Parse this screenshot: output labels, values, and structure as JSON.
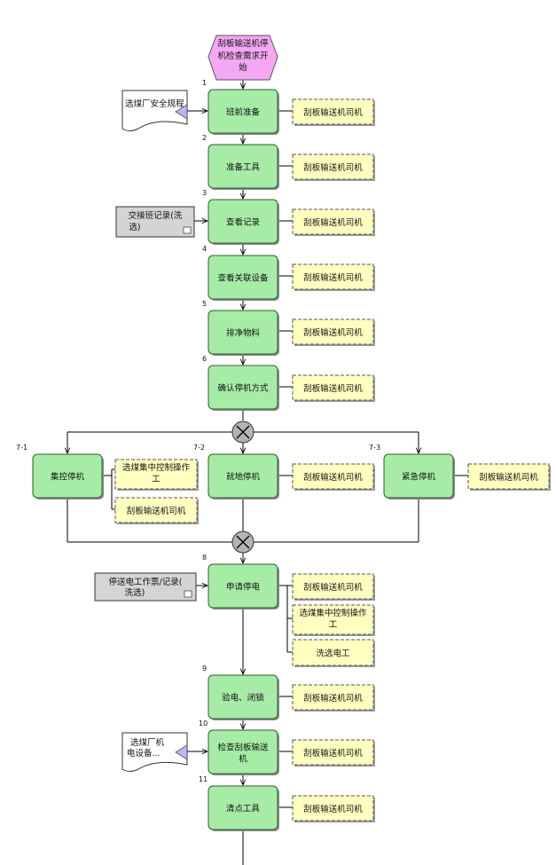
{
  "start_event": {
    "line1": "刮板输送机停",
    "line2": "机检查需求开",
    "line3": "始"
  },
  "documents": {
    "safety_rules": "选煤厂安全规程",
    "handover_log": {
      "line1": "交接班记录(洗",
      "line2": "选)"
    },
    "power_ticket": {
      "line1": "停送电工作票/记录(",
      "line2": "洗选)"
    },
    "equipment_doc": {
      "line1": "选煤厂机",
      "line2": "电设备..."
    }
  },
  "steps": [
    {
      "num": "1",
      "label": "班前准备",
      "roles": [
        "刮板输送机司机"
      ]
    },
    {
      "num": "2",
      "label": "准备工具",
      "roles": [
        "刮板输送机司机"
      ]
    },
    {
      "num": "3",
      "label": "查看记录",
      "roles": [
        "刮板输送机司机"
      ]
    },
    {
      "num": "4",
      "label": "查看关联设备",
      "roles": [
        "刮板输送机司机"
      ]
    },
    {
      "num": "5",
      "label": "排净物料",
      "roles": [
        "刮板输送机司机"
      ]
    },
    {
      "num": "6",
      "label": "确认停机方式",
      "roles": [
        "刮板输送机司机"
      ]
    },
    {
      "num": "7-1",
      "label": "集控停机",
      "roles": [
        "选煤集中控制操作",
        "工",
        "刮板输送机司机"
      ]
    },
    {
      "num": "7-2",
      "label": "就地停机",
      "roles": [
        "刮板输送机司机"
      ]
    },
    {
      "num": "7-3",
      "label": "紧急停机",
      "roles": [
        "刮板输送机司机"
      ]
    },
    {
      "num": "8",
      "label": "申请停电",
      "roles": [
        "刮板输送机司机",
        "选煤集中控制操作",
        "工",
        "洗选电工"
      ]
    },
    {
      "num": "9",
      "label": "验电、闭锁",
      "roles": [
        "刮板输送机司机"
      ]
    },
    {
      "num": "10",
      "label": "检查刮板输送",
      "label2": "机",
      "roles": [
        "刮板输送机司机"
      ]
    },
    {
      "num": "11",
      "label": "清点工具",
      "roles": [
        "刮板输送机司机"
      ]
    }
  ],
  "colors": {
    "activity": "#a6eca6",
    "role": "#ffffc0",
    "event": "#f4a8f4",
    "document": "#d4d4d4",
    "gateway": "#b4b4b4"
  }
}
